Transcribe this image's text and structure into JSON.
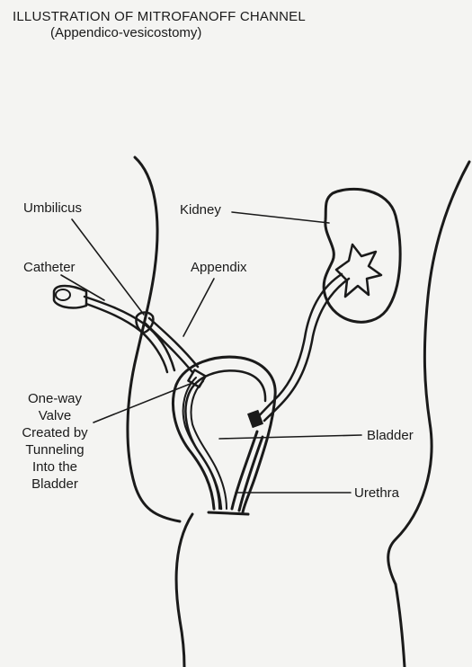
{
  "title": "ILLUSTRATION OF MITROFANOFF CHANNEL",
  "subtitle": "(Appendico-vesicostomy)",
  "labels": {
    "umbilicus": "Umbilicus",
    "kidney": "Kidney",
    "catheter": "Catheter",
    "appendix": "Appendix",
    "valve_line1": "One-way",
    "valve_line2": "Valve",
    "valve_line3": "Created by",
    "valve_line4": "Tunneling",
    "valve_line5": "Into the",
    "valve_line6": "Bladder",
    "bladder": "Bladder",
    "urethra": "Urethra"
  },
  "colors": {
    "ink": "#1a1a1a",
    "background": "#f4f4f2"
  }
}
